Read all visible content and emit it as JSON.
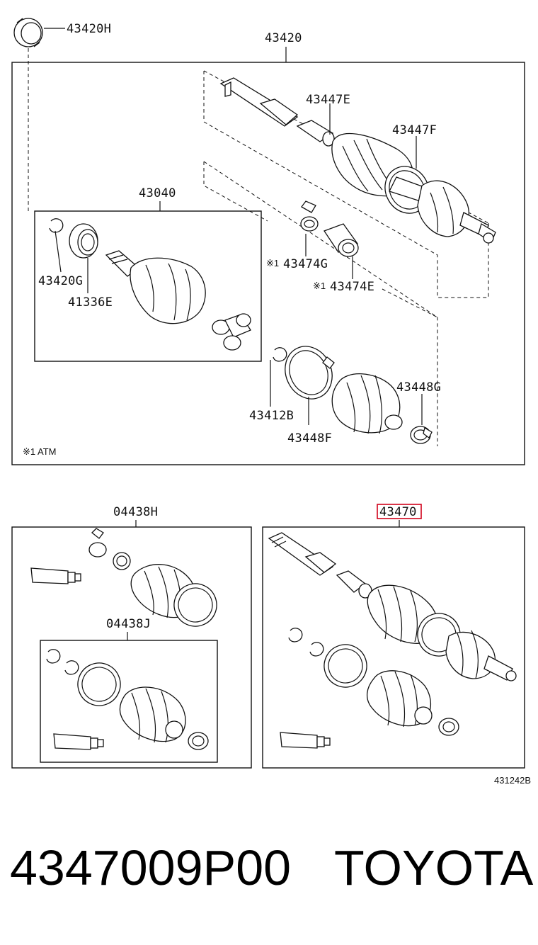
{
  "labels": {
    "p43420H": "43420H",
    "p43420": "43420",
    "p43447E": "43447E",
    "p43447F": "43447F",
    "p43040": "43040",
    "p43474G": "43474G",
    "p43474E": "43474E",
    "p43420G": "43420G",
    "p41336E": "41336E",
    "p43412B": "43412B",
    "p43448F": "43448F",
    "p43448G": "43448G",
    "p04438H": "04438H",
    "p04438J": "04438J",
    "p43470": "43470"
  },
  "marks": {
    "ref_mark": "※1",
    "note": "※1 ATM"
  },
  "figure_code": "431242B",
  "footer": {
    "part_number": "4347009P00",
    "brand": "TOYOTA"
  },
  "highlight_color": "#d0021b"
}
